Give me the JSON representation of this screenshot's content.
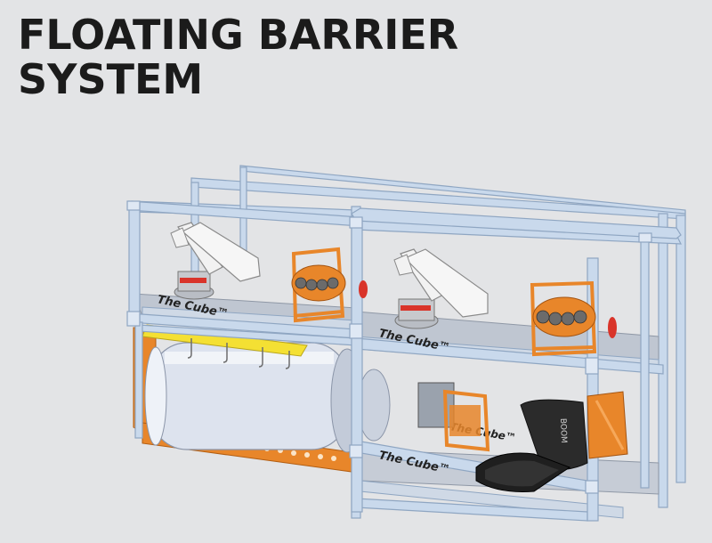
{
  "title": {
    "line1": "FLOATING BARRIER",
    "line2": "SYSTEM"
  },
  "illustration": {
    "deck_labels": [
      "The Cube™",
      "The Cube™",
      "The Cube™",
      "The Cube™"
    ],
    "reel_brand": "BOOM",
    "colors": {
      "frame": "#c9d9ec",
      "frame_edge": "#8fa6c2",
      "orange": "#e8862a",
      "tank": "#dde3ee",
      "crane": "#f2f2f2",
      "boom": "#2a2a2a",
      "yellow": "#f4e033"
    }
  }
}
